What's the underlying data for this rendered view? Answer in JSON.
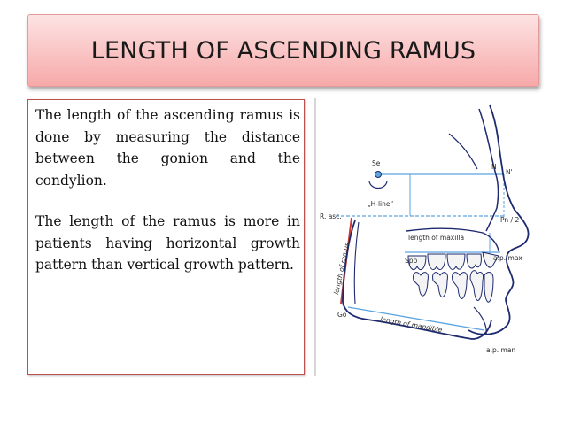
{
  "slide": {
    "title": "LENGTH OF ASCENDING RAMUS",
    "paragraphs": [
      "The length of the ascending ramus is done by measuring the distance between the gonion and the condylion.",
      "The length of the ramus is more in patients having horizontal growth pattern than vertical growth pattern."
    ]
  },
  "figure": {
    "labels": {
      "se": "Se",
      "n": "N",
      "n_prime": "N'",
      "h_line": "„H-line“",
      "r_asc": "R. asc.",
      "pn2": "Pn / 2",
      "length_of_maxilla": "length of maxilla",
      "length_of_ramus": "length of ramus",
      "spp": "Spp",
      "ap_max": "a.p. max",
      "go": "Go",
      "length_of_mandible": "length of mandible",
      "ap_man": "a.p. man"
    },
    "colors": {
      "measure_lines": "#5aa5e0",
      "ramus_line": "#d23a2f",
      "outline": "#1e2a6e",
      "tooth_fill": "#f4f4f4"
    }
  }
}
